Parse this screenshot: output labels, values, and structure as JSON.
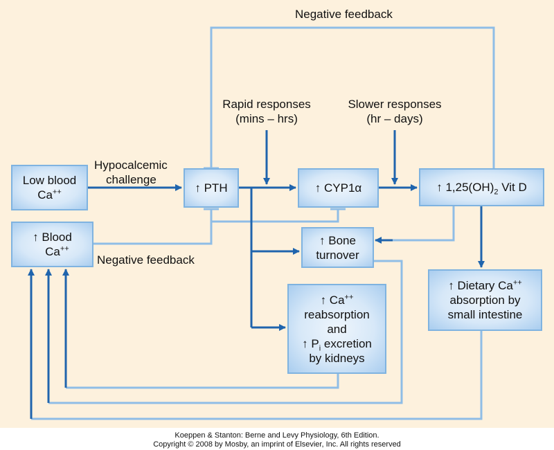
{
  "labels": {
    "negative_feedback_top": "Negative feedback",
    "negative_feedback_left": "Negative feedback",
    "hypocalcemic_1": "Hypocalcemic",
    "hypocalcemic_2": "challenge",
    "rapid_1": "Rapid responses",
    "rapid_2": "(mins – hrs)",
    "slower_1": "Slower responses",
    "slower_2": "(hr – days)"
  },
  "boxes": {
    "low_blood": {
      "line1": "Low blood",
      "line2": "Ca",
      "sup": "++"
    },
    "blood_ca": {
      "line1": "↑ Blood",
      "line2": "Ca",
      "sup": "++"
    },
    "pth": {
      "text": "↑ PTH"
    },
    "cyp": {
      "text": "↑ CYP1α"
    },
    "vitd": {
      "pre": "↑ 1,25(OH)",
      "sub": "2",
      "post": " Vit D"
    },
    "bone": {
      "line1": "↑ Bone",
      "line2": "turnover"
    },
    "kidney": {
      "l1_pre": "↑ Ca",
      "l1_sup": "++",
      "l2": "reabsorption",
      "l3": "and",
      "l4_pre": "↑ P",
      "l4_sub": "i",
      "l4_post": " excretion",
      "l5": "by kidneys"
    },
    "dietary": {
      "l1_pre": "↑ Dietary Ca",
      "l1_sup": "++",
      "l2": "absorption by",
      "l3": "small intestine"
    }
  },
  "footer": {
    "line1": "Koeppen & Stanton: Berne and Levy Physiology, 6th Edition.",
    "line2": "Copyright © 2008 by Mosby, an imprint of Elsevier, Inc. All rights reserved"
  },
  "colors": {
    "background": "#fdf1dd",
    "arrow_dark": "#1f64ad",
    "line_light": "#8fbde6",
    "box_border": "#7fb3e0"
  }
}
